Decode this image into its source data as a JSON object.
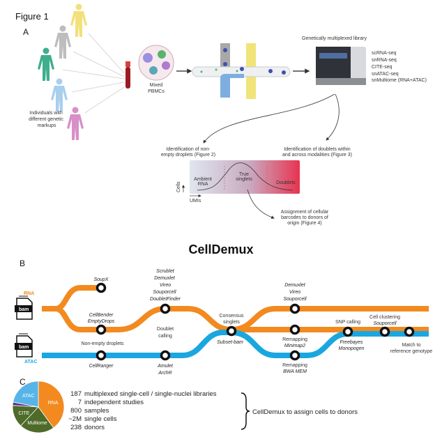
{
  "figure_title": "Figure 1",
  "panel_a": {
    "label": "A",
    "individuals_label": [
      "Individuals with",
      "different genetic",
      "markups"
    ],
    "pbmc_label": [
      "Mixed",
      "PBMCs"
    ],
    "library_title": "Genetically multiplexed library",
    "assays": [
      "scRNA-seq",
      "snRNA-seq",
      "CITE-seq",
      "snATAC-seq",
      "snMultiome (RNA+ATAC)"
    ],
    "empty_droplets_note": [
      "Identification of non-",
      "empty droplets (Figure 2)"
    ],
    "doublets_note": [
      "Identification of doublets within",
      "and across modalities (Figure 3)"
    ],
    "regions": {
      "ambient": [
        "Ambient",
        "RNA"
      ],
      "singlets": [
        "True",
        "singlets"
      ],
      "doublets": "Doublets"
    },
    "axis_y": "Cells",
    "axis_x": "UMIs",
    "assignment_note": [
      "Assignment of cellular",
      "barcodes to donors of",
      "origin (Figure 4)"
    ],
    "figure_colors": {
      "yellow": "#f2e07a",
      "grey": "#bdbdbd",
      "green": "#3fae8c",
      "lightblue": "#a9cfee",
      "pink": "#d88fc7",
      "tube": "#9b1b24"
    }
  },
  "title": "CellDemux",
  "panel_b": {
    "label": "B",
    "inputs": [
      {
        "file": "bam",
        "modality": "RNA",
        "color": "#f28a1f"
      },
      {
        "file": "bam",
        "modality": "ATAC",
        "color": "#1aa7e0"
      }
    ],
    "steps": {
      "soupx": [
        "SoupX"
      ],
      "cellbender": [
        "CellBender",
        "EmptyDrops"
      ],
      "non_empty": "Non-empty droplets",
      "cellranger": [
        "CellRanger"
      ],
      "doublet_tools": [
        "Scrublet",
        "Demuxlet",
        "Vireo",
        "Souporcell",
        "DoubletFinder"
      ],
      "doublet_calling": [
        "Doublet",
        "calling"
      ],
      "atac_doublet_tools": [
        "Amulet",
        "ArchR"
      ],
      "consensus": [
        "Consensus",
        "singlets"
      ],
      "subset": "Subset-bam",
      "demux_tools": [
        "Demuxlet",
        "Vireo",
        "Souporcell"
      ],
      "remap_rna": [
        "Remapping",
        "Minimap2"
      ],
      "remap_atac": [
        "Remapping",
        "BWA MEM"
      ],
      "snp_calling": "SNP calling",
      "snp_tools": [
        "Freebayes",
        "Monopogen"
      ],
      "clustering": [
        "Cell clustering",
        "Souporcell"
      ],
      "match": [
        "Match to",
        "reference genotype"
      ]
    }
  },
  "panel_c": {
    "label": "C",
    "pie": {
      "type": "pie",
      "slices": [
        {
          "label": "RNA",
          "value": 40,
          "color": "#f28a1f"
        },
        {
          "label": "Multiome",
          "value": 22,
          "color": "#4e6b2a"
        },
        {
          "label": "CITE",
          "value": 14,
          "color": "#4e6b2a"
        },
        {
          "label": "",
          "value": 2,
          "color": "#5b2d8a"
        },
        {
          "label": "ATAC",
          "value": 22,
          "color": "#57b4e8"
        }
      ]
    },
    "stats": [
      {
        "value": "187",
        "text": "multiplexed single-cell / single-nuclei libraries"
      },
      {
        "value": "7",
        "text": "independent studies"
      },
      {
        "value": "800",
        "text": "samples"
      },
      {
        "value": "~2M",
        "text": "single cells"
      },
      {
        "value": "238",
        "text": "donors"
      }
    ],
    "conclusion": "CellDemux to assign cells to donors"
  }
}
